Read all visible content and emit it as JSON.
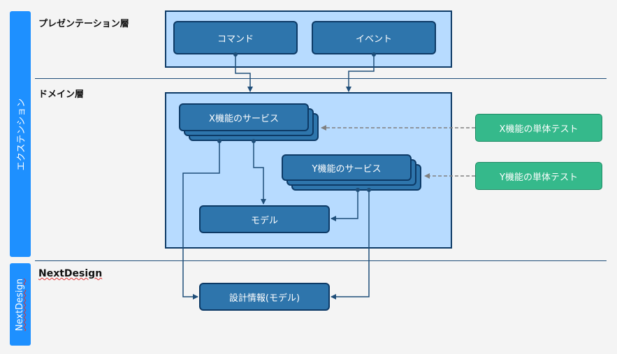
{
  "sidebars": {
    "extension_label": "エクステンション",
    "nextdesign_label": "NextDesign"
  },
  "layers": {
    "presentation": "プレゼンテーション層",
    "domain": "ドメイン層",
    "nextdesign": "NextDesign"
  },
  "nodes": {
    "command": "コマンド",
    "event": "イベント",
    "x_service": "X機能のサービス",
    "y_service": "Y機能のサービス",
    "model": "モデル",
    "design_info": "設計情報(モデル)",
    "x_test": "X機能の単体テスト",
    "y_test": "Y機能の単体テスト"
  },
  "colors": {
    "sidebar": "#1e90ff",
    "container_fill": "#b7dbff",
    "node_fill": "#2e75ac",
    "node_border": "#0d3a66",
    "test_fill": "#35b98b",
    "dashed_arrow": "#808080"
  }
}
